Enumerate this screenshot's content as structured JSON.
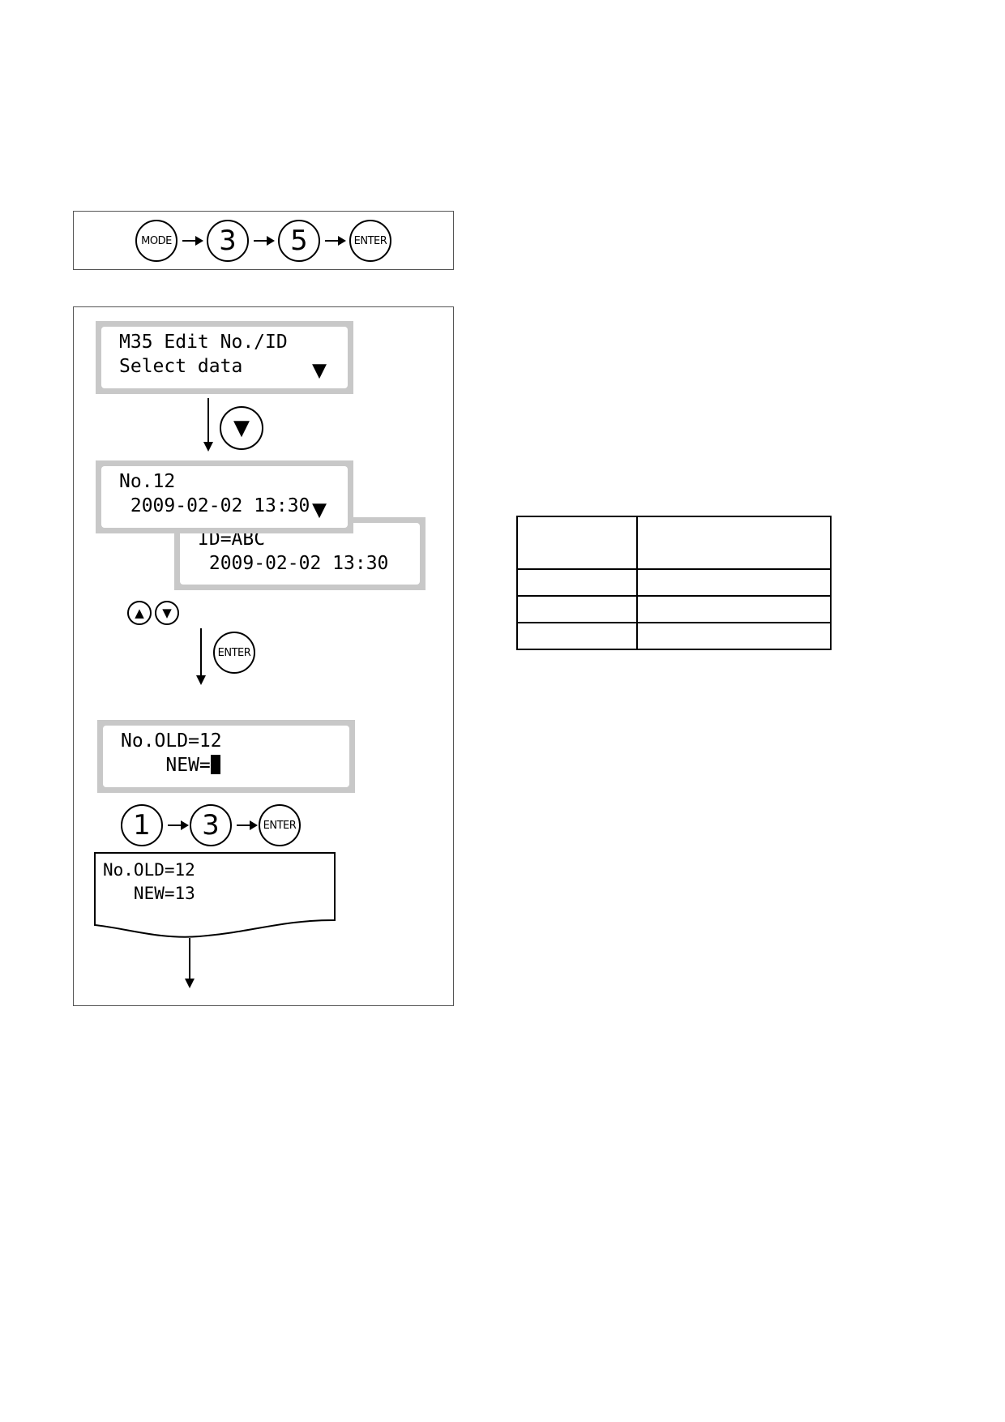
{
  "key_sequence": {
    "mode_label": "MODE",
    "digit_1": "3",
    "digit_2": "5",
    "enter_label": "ENTER"
  },
  "screen_1": {
    "line1": "M35 Edit No./ID",
    "line2": "Select data",
    "down_marker": "▼"
  },
  "down_key": {
    "glyph": "▼"
  },
  "screen_2": {
    "line1": "No.12",
    "line2": " 2009-02-02 13:30",
    "down_marker": "▼"
  },
  "screen_2b": {
    "line1": "ID=ABC",
    "line2": " 2009-02-02 13:30"
  },
  "select_keys": {
    "up_glyph": "▲",
    "down_glyph": "▼"
  },
  "enter_key_1": {
    "label": "ENTER"
  },
  "screen_3": {
    "line1": "No.OLD=12",
    "line2": "    NEW="
  },
  "input_sequence": {
    "digit_1": "1",
    "digit_2": "3",
    "enter_label": "ENTER"
  },
  "printout": {
    "line1": "No.OLD=12",
    "line2": "   NEW=13"
  },
  "table": {
    "rows": [
      [
        "",
        ""
      ],
      [
        "",
        ""
      ],
      [
        "",
        ""
      ],
      [
        "",
        ""
      ]
    ]
  }
}
